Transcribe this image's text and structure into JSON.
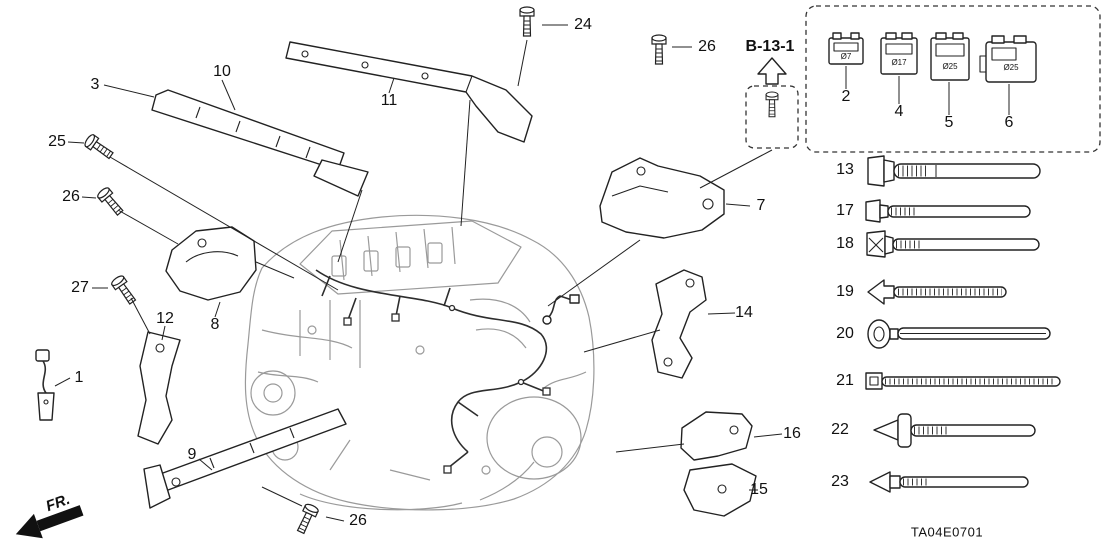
{
  "diagram": {
    "code": "TA04E0701",
    "ref_label": "B-13-1",
    "front_label": "FR."
  },
  "callouts": [
    {
      "part": "3"
    },
    {
      "part": "10"
    },
    {
      "part": "11"
    },
    {
      "part": "24"
    },
    {
      "part": "26"
    },
    {
      "part": "25"
    },
    {
      "part": "26"
    },
    {
      "part": "27"
    },
    {
      "part": "12"
    },
    {
      "part": "8"
    },
    {
      "part": "1"
    },
    {
      "part": "9"
    },
    {
      "part": "26"
    },
    {
      "part": "7"
    },
    {
      "part": "14"
    },
    {
      "part": "16"
    },
    {
      "part": "15"
    }
  ],
  "connector_panel": [
    {
      "num": "2",
      "dia": "Ø7"
    },
    {
      "num": "4",
      "dia": "Ø17"
    },
    {
      "num": "5",
      "dia": "Ø25"
    },
    {
      "num": "6",
      "dia": "Ø25"
    }
  ],
  "tie_rows": [
    {
      "num": "13"
    },
    {
      "num": "17"
    },
    {
      "num": "18"
    },
    {
      "num": "19"
    },
    {
      "num": "20"
    },
    {
      "num": "21"
    },
    {
      "num": "22"
    },
    {
      "num": "23"
    }
  ]
}
